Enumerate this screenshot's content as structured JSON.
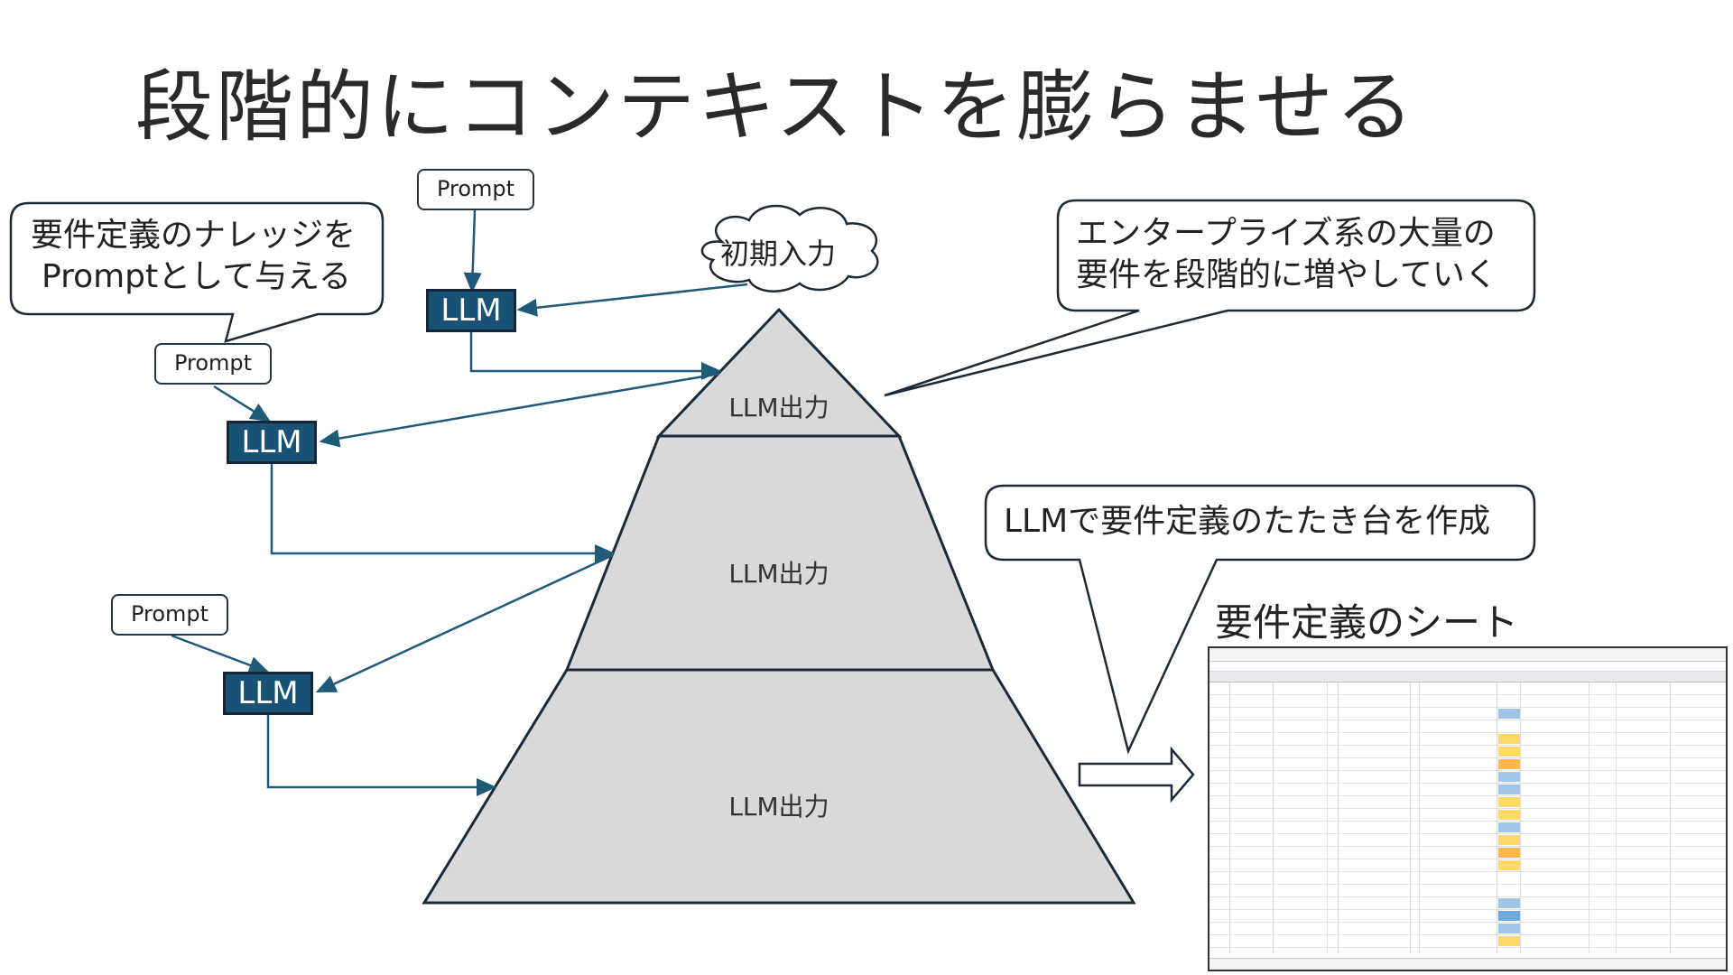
{
  "title": "段階的にコンテキストを膨らませる",
  "prompt_label": "Prompt",
  "llm_label": "LLM",
  "callouts": {
    "knowledge": [
      "要件定義のナレッジを",
      "Promptとして与える"
    ],
    "initial_input": "初期入力",
    "enterprise": [
      "エンタープライズ系の大量の",
      "要件を段階的に増やしていく"
    ],
    "scaffold": "LLMで要件定義のたたき台を作成"
  },
  "pyramid": {
    "levels": [
      "LLM出力",
      "LLM出力",
      "LLM出力"
    ]
  },
  "sheet": {
    "title": "要件定義のシート"
  },
  "colors": {
    "llm_fill": "#1a5276",
    "arrow": "#1f5a78",
    "pyramid_fill": "#d9d9d9",
    "outline": "#1b2a36"
  }
}
